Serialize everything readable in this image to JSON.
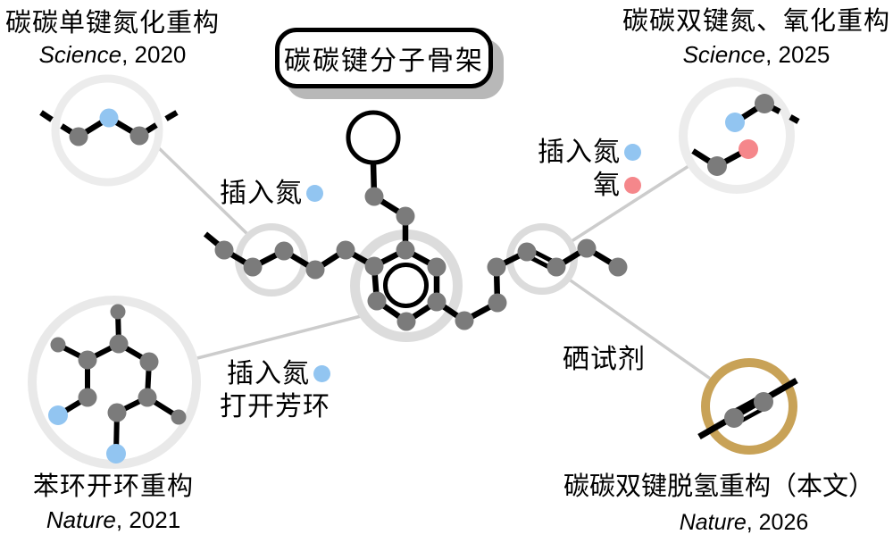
{
  "figure": {
    "title": "碳碳键分子骨架",
    "corners": {
      "top_left": {
        "heading": "碳碳单键氮化重构",
        "journal": "Science",
        "year": ", 2020"
      },
      "top_right": {
        "heading": "碳碳双键氮、氧化重构",
        "journal": "Science",
        "year": ", 2025"
      },
      "bottom_left": {
        "heading": "苯环开环重构",
        "journal": "Nature",
        "year": ", 2021"
      },
      "bottom_right": {
        "heading": "碳碳双键脱氢重构（本文）",
        "journal": "Nature",
        "year": ", 2026"
      }
    },
    "labels": {
      "chain_insert_n": "插入氮",
      "tr_insert_n": "插入氮",
      "tr_oxygen": "氧",
      "bl_insert_n": "插入氮",
      "bl_open_ring": "打开芳环",
      "se_reagent": "硒试剂"
    },
    "legend_colors": {
      "carbon_atom": "#7b7b7b",
      "nitrogen_atom": "#92c5f1",
      "oxygen_atom": "#f5878b",
      "selenium_highlight_ring": "#c8a257",
      "highlight_ring_gray": "#dcdcdc",
      "corner_circle_gray": "#ececec",
      "connector_line": "#cccccc",
      "title_box_shadow": "#b8b8b8"
    }
  }
}
